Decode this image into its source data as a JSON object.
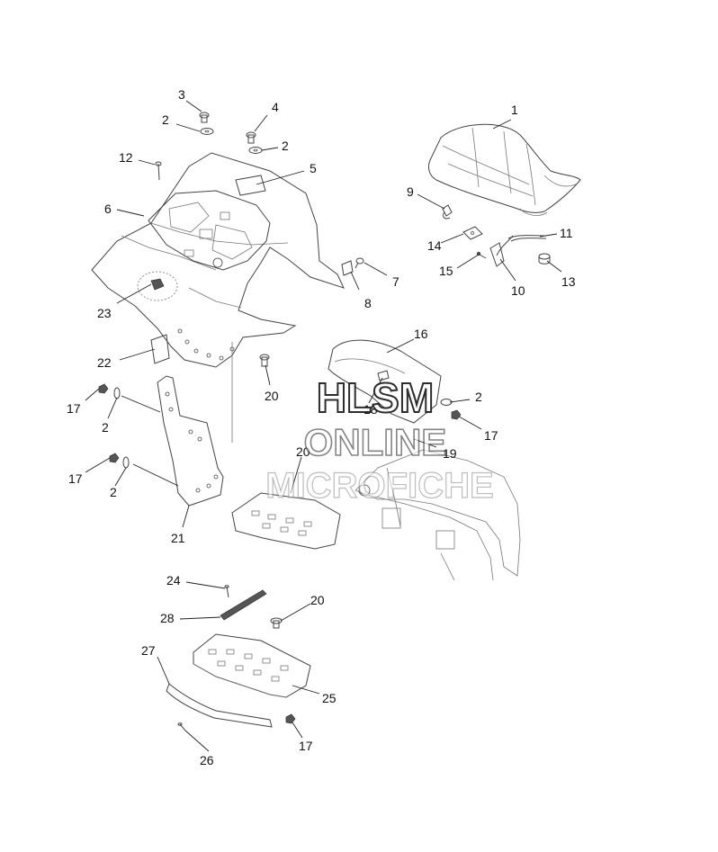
{
  "diagram": {
    "callouts": [
      {
        "id": "c1",
        "label": "1"
      },
      {
        "id": "c2a",
        "label": "2"
      },
      {
        "id": "c2b",
        "label": "2"
      },
      {
        "id": "c2c",
        "label": "2"
      },
      {
        "id": "c2d",
        "label": "2"
      },
      {
        "id": "c2e",
        "label": "2"
      },
      {
        "id": "c3",
        "label": "3"
      },
      {
        "id": "c4",
        "label": "4"
      },
      {
        "id": "c5",
        "label": "5"
      },
      {
        "id": "c6",
        "label": "6"
      },
      {
        "id": "c7",
        "label": "7"
      },
      {
        "id": "c8",
        "label": "8"
      },
      {
        "id": "c9",
        "label": "9"
      },
      {
        "id": "c10",
        "label": "10"
      },
      {
        "id": "c11",
        "label": "11"
      },
      {
        "id": "c12",
        "label": "12"
      },
      {
        "id": "c13",
        "label": "13"
      },
      {
        "id": "c14",
        "label": "14"
      },
      {
        "id": "c15",
        "label": "15"
      },
      {
        "id": "c16",
        "label": "16"
      },
      {
        "id": "c17a",
        "label": "17"
      },
      {
        "id": "c17b",
        "label": "17"
      },
      {
        "id": "c17c",
        "label": "17"
      },
      {
        "id": "c17d",
        "label": "17"
      },
      {
        "id": "c18",
        "label": "18"
      },
      {
        "id": "c19",
        "label": "19"
      },
      {
        "id": "c20a",
        "label": "20"
      },
      {
        "id": "c20b",
        "label": "20"
      },
      {
        "id": "c20c",
        "label": "20"
      },
      {
        "id": "c21",
        "label": "21"
      },
      {
        "id": "c22",
        "label": "22"
      },
      {
        "id": "c23",
        "label": "23"
      },
      {
        "id": "c24",
        "label": "24"
      },
      {
        "id": "c25",
        "label": "25"
      },
      {
        "id": "c26",
        "label": "26"
      },
      {
        "id": "c27",
        "label": "27"
      },
      {
        "id": "c28",
        "label": "28"
      }
    ]
  },
  "watermark": {
    "line1": "HLSM",
    "line2": "ONLINE",
    "line3": "MICROFICHE"
  }
}
